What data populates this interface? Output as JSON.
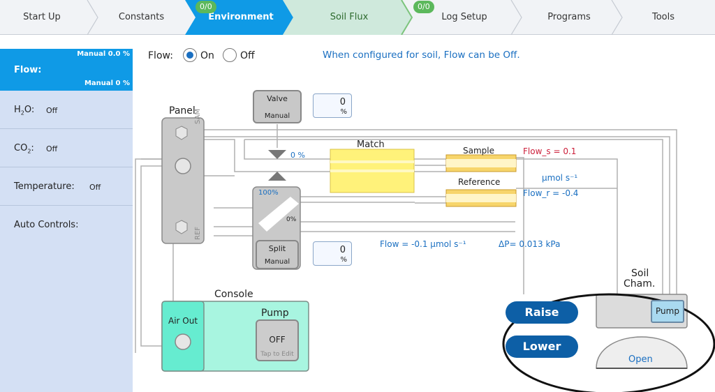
{
  "tabs": [
    {
      "label": "Start Up"
    },
    {
      "label": "Constants"
    },
    {
      "label": "Environment",
      "badge": "0/0"
    },
    {
      "label": "Soil Flux"
    },
    {
      "label": "Log Setup",
      "badge": "0/0"
    },
    {
      "label": "Programs"
    },
    {
      "label": "Tools"
    }
  ],
  "sidebar": {
    "flow": {
      "label": "Flow:",
      "mini_top": "Manual 0.0 %",
      "mini_bottom": "Manual 0 %"
    },
    "h2o": {
      "label_main": "H",
      "label_sub": "2",
      "label_end": "O:",
      "value": "Off"
    },
    "co2": {
      "label_main": "CO",
      "label_sub": "2",
      "label_end": ":",
      "value": "Off"
    },
    "temperature": {
      "label": "Temperature:",
      "value": "Off"
    },
    "auto": {
      "label": "Auto Controls:"
    }
  },
  "flow_toggle": {
    "label": "Flow:",
    "on_label": "On",
    "off_label": "Off",
    "selected": "On",
    "hint": "When configured for soil, Flow can be Off."
  },
  "diagram": {
    "panel_label": "Panel",
    "sam_label": "SAM",
    "ref_label": "REF",
    "valve": {
      "title": "Valve",
      "mode": "Manual",
      "value": "0",
      "unit": "%"
    },
    "valve_pct": "0 %",
    "match_label": "Match",
    "sample_label": "Sample",
    "flow_s": "Flow_s = 0.1",
    "flow_units": "µmol s⁻¹",
    "reference_label": "Reference",
    "flow_r": "Flow_r = -0.4",
    "split_top_pct": "100%",
    "split_bottom_pct": "0%",
    "split": {
      "title": "Split",
      "mode": "Manual",
      "value": "0",
      "unit": "%"
    },
    "flow_total": "Flow = -0.1 µmol s⁻¹",
    "delta_p": "ΔP= 0.013 kPa",
    "console_label": "Console",
    "air_out": "Air Out",
    "pump_label": "Pump",
    "pump_state": "OFF",
    "pump_hint": "Tap to Edit",
    "soil_chamber_line1": "Soil",
    "soil_chamber_line2": "Cham.",
    "soil_pump": "Pump",
    "open_label": "Open",
    "raise": "Raise",
    "lower": "Lower"
  },
  "colors": {
    "accent_blue": "#0f9ae6",
    "soil_flux_tab": "#cfe9dc",
    "sidebar_bg": "#d4e0f4",
    "match_yellow": "#fff27a",
    "console_teal": "#a8f5e0",
    "button_navy": "#0d5fa6"
  }
}
